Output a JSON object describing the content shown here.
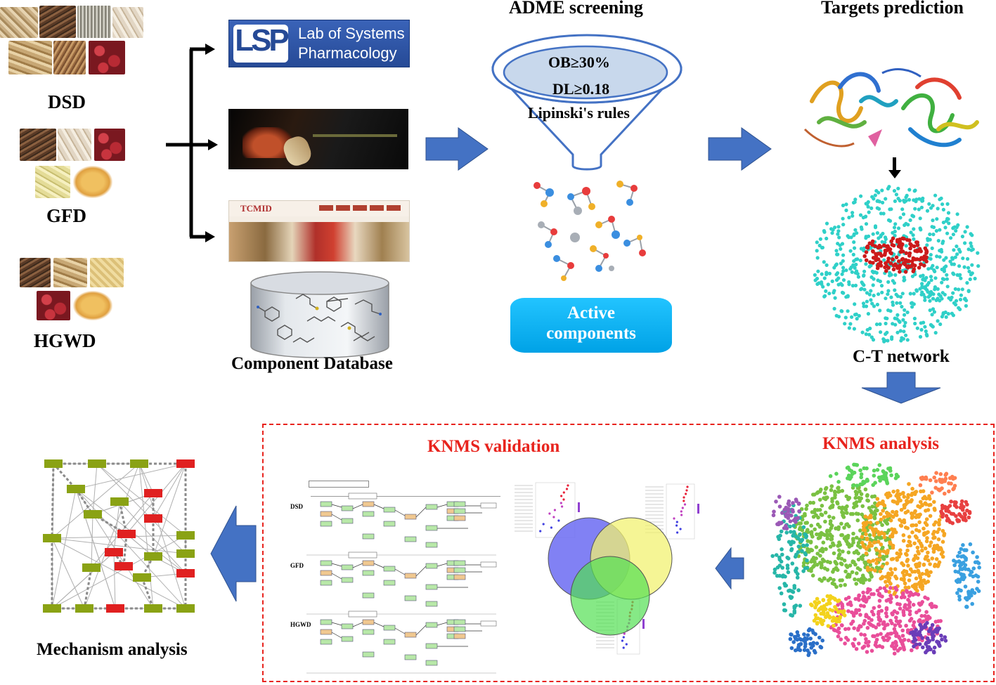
{
  "herb_groups": [
    {
      "label": "DSD"
    },
    {
      "label": "GFD"
    },
    {
      "label": "HGWD"
    }
  ],
  "databases": {
    "lsp_line1": "Lab of Systems",
    "lsp_line2": "Pharmacology",
    "lsp_logo": "LSP",
    "tcmid_logo": "TCMID",
    "component_database_label": "Component Database"
  },
  "adme": {
    "title": "ADME  screening",
    "criteria": [
      "OB≥30%",
      "DL≥0.18",
      "Lipinski's rules"
    ],
    "active_components_line1": "Active",
    "active_components_line2": "components"
  },
  "targets": {
    "title": "Targets prediction",
    "network_label": "C-T network"
  },
  "knms": {
    "validation_title": "KNMS validation",
    "analysis_title": "KNMS analysis",
    "pathway_row_labels": [
      "DSD",
      "GFD",
      "HGWD"
    ]
  },
  "mechanism": {
    "label": "Mechanism analysis"
  },
  "colors": {
    "arrow_blue": "#4472c4",
    "knms_red": "#e8231d",
    "active_cyan": "#00b0f0",
    "network_cyan": "#2fd0c8",
    "network_red": "#cc1a1a",
    "mech_olive": "#8aa214",
    "mech_red": "#e02020"
  }
}
